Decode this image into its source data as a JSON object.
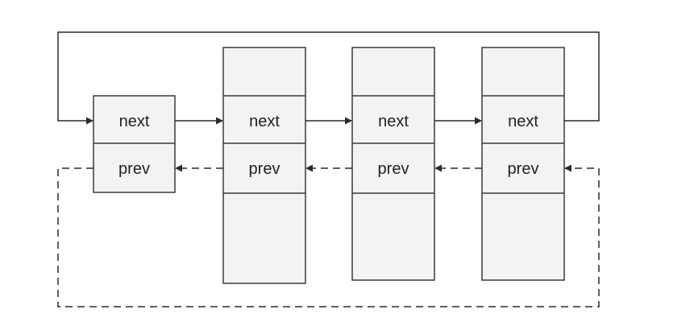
{
  "colors": {
    "background": "#ffffff",
    "node_fill": "#f3f3f3",
    "stroke": "#3a3a3a",
    "text": "#222222"
  },
  "nodes": [
    {
      "next_label": "next",
      "prev_label": "prev"
    },
    {
      "next_label": "next",
      "prev_label": "prev"
    },
    {
      "next_label": "next",
      "prev_label": "prev"
    },
    {
      "next_label": "next",
      "prev_label": "prev"
    }
  ]
}
